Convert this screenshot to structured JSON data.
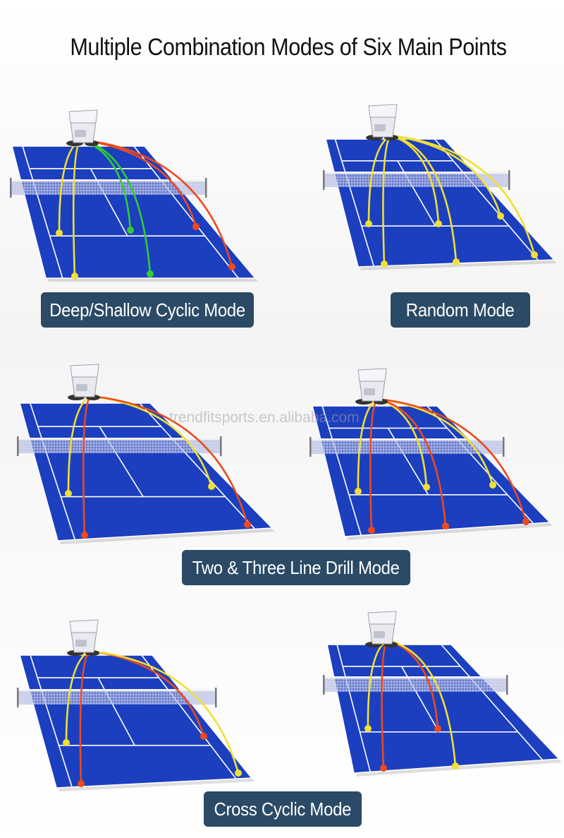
{
  "title": "Multiple Combination Modes of Six Main Points",
  "watermark": "trendfitsports.en.alibaba.com",
  "colors": {
    "court": "#1c3fc0",
    "court_dark": "#172fa0",
    "lines": "#ffffff",
    "yellow_path": "#f0e033",
    "green_path": "#33cc33",
    "red_path": "#ee4a1c",
    "label_bg": "#2a4a65",
    "label_text": "#ffffff"
  },
  "icons": {
    "machine": "ball-machine-icon",
    "net": "tennis-net-icon",
    "target": "landing-point-icon"
  },
  "modes": [
    {
      "label": "Deep/Shallow Cyclic Mode",
      "path_colors": [
        "yellow",
        "yellow",
        "green",
        "green",
        "red",
        "red"
      ]
    },
    {
      "label": "Random Mode",
      "path_colors": [
        "yellow",
        "yellow",
        "yellow",
        "yellow",
        "yellow",
        "yellow"
      ]
    },
    {
      "label": "Two & Three Line Drill Mode",
      "path_colors": [
        "yellow",
        "red",
        "yellow",
        "red"
      ]
    },
    {
      "label": "Two & Three Line Drill Mode",
      "path_colors": [
        "yellow",
        "red",
        "yellow",
        "red",
        "yellow",
        "red"
      ]
    },
    {
      "label": "Cross Cyclic Mode",
      "path_colors": [
        "yellow",
        "red",
        "red",
        "yellow"
      ]
    },
    {
      "label": "Cross Cyclic Mode",
      "path_colors": [
        "yellow",
        "red",
        "red",
        "yellow"
      ]
    }
  ],
  "labels": {
    "deep_shallow": "Deep/Shallow Cyclic Mode",
    "random": "Random Mode",
    "line_drill": "Two & Three Line Drill Mode",
    "cross_cyclic": "Cross Cyclic Mode"
  }
}
